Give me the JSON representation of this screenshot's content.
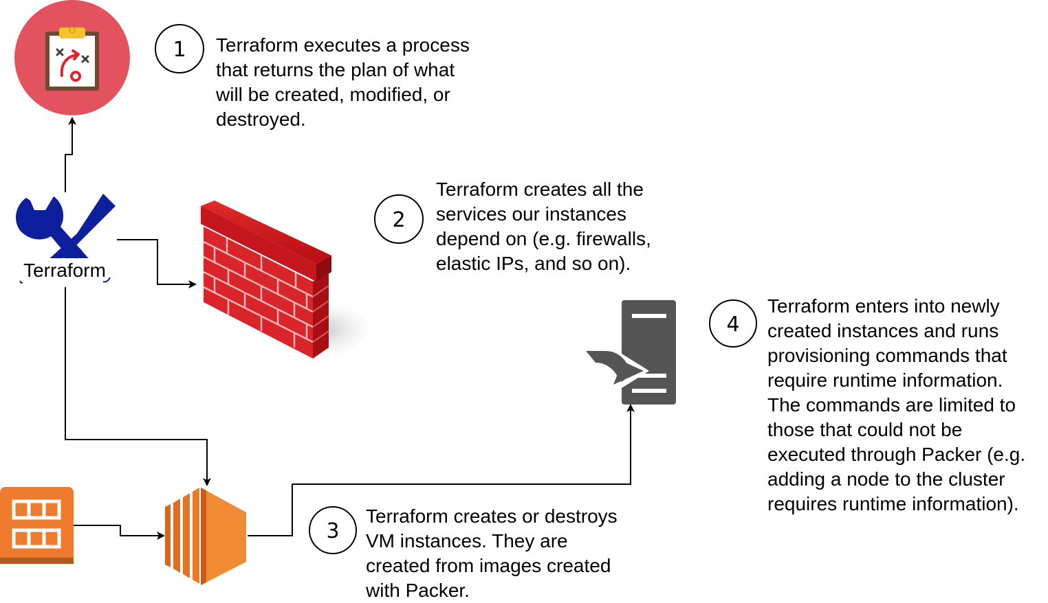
{
  "diagram": {
    "nodes": {
      "terraform": {
        "label": "Terraform",
        "icon": "terraform-tools-icon",
        "color": "#0d1f9c"
      },
      "plan": {
        "icon": "plan-clipboard-icon",
        "color": "#e2535f"
      },
      "firewall": {
        "icon": "firewall-brick-wall-icon",
        "color": "#d0161c"
      },
      "ami": {
        "icon": "aws-ami-icon",
        "color": "#ef7b2e"
      },
      "ec2": {
        "icon": "aws-ec2-instance-icon",
        "color": "#ee7e2b"
      },
      "provisioner": {
        "icon": "server-provision-icon",
        "color": "#555555"
      }
    },
    "steps": [
      {
        "number": "1",
        "lines": [
          "Terraform executes a process",
          "that returns the plan of what",
          "will be created, modified, or",
          "destroyed."
        ]
      },
      {
        "number": "2",
        "lines": [
          "Terraform creates all the",
          "services our instances",
          "depend on (e.g. firewalls,",
          "elastic IPs, and so on)."
        ]
      },
      {
        "number": "3",
        "lines": [
          "Terraform creates or destroys",
          "VM instances. They are",
          "created from images created",
          "with Packer."
        ]
      },
      {
        "number": "4",
        "lines": [
          "Terraform enters into newly",
          "created instances and runs",
          "provisioning commands that",
          "require runtime information.",
          "The commands are limited to",
          "those that could not be",
          "executed through Packer (e.g.",
          "adding a node to the cluster",
          "requires runtime information)."
        ]
      }
    ]
  }
}
